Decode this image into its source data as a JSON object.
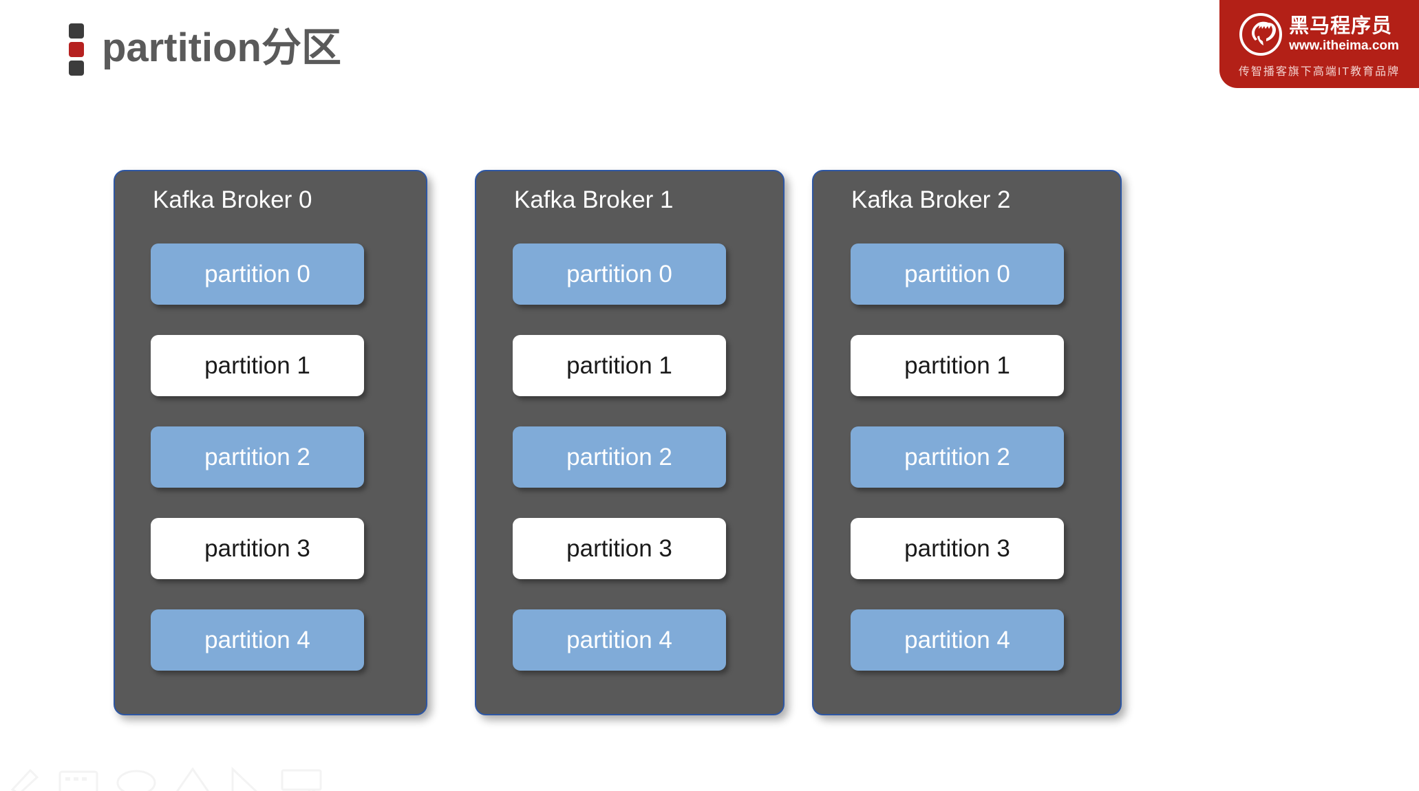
{
  "header": {
    "title": "partition分区",
    "bullet_colors": [
      "#3c3c3c",
      "#b62120",
      "#3c3c3c"
    ],
    "title_color": "#5a5a5a"
  },
  "brand": {
    "name": "黑马程序员",
    "url": "www.itheima.com",
    "tagline": "传智播客旗下高端IT教育品牌",
    "background_color": "#b32017",
    "mark_icon": "horse-head-icon"
  },
  "diagram": {
    "panel_background": "#595959",
    "panel_border_color": "#2d56a3",
    "partition_blue": "#80abd8",
    "partition_white": "#ffffff",
    "brokers": [
      {
        "title": "Kafka Broker 0",
        "partitions": [
          {
            "label": "partition 0",
            "style": "blue"
          },
          {
            "label": "partition 1",
            "style": "white"
          },
          {
            "label": "partition 2",
            "style": "blue"
          },
          {
            "label": "partition 3",
            "style": "white"
          },
          {
            "label": "partition 4",
            "style": "blue"
          }
        ]
      },
      {
        "title": "Kafka Broker 1",
        "partitions": [
          {
            "label": "partition 0",
            "style": "blue"
          },
          {
            "label": "partition 1",
            "style": "white"
          },
          {
            "label": "partition 2",
            "style": "blue"
          },
          {
            "label": "partition 3",
            "style": "white"
          },
          {
            "label": "partition 4",
            "style": "blue"
          }
        ]
      },
      {
        "title": "Kafka Broker 2",
        "partitions": [
          {
            "label": "partition 0",
            "style": "blue"
          },
          {
            "label": "partition 1",
            "style": "white"
          },
          {
            "label": "partition 2",
            "style": "blue"
          },
          {
            "label": "partition 3",
            "style": "white"
          },
          {
            "label": "partition 4",
            "style": "blue"
          }
        ]
      }
    ]
  }
}
